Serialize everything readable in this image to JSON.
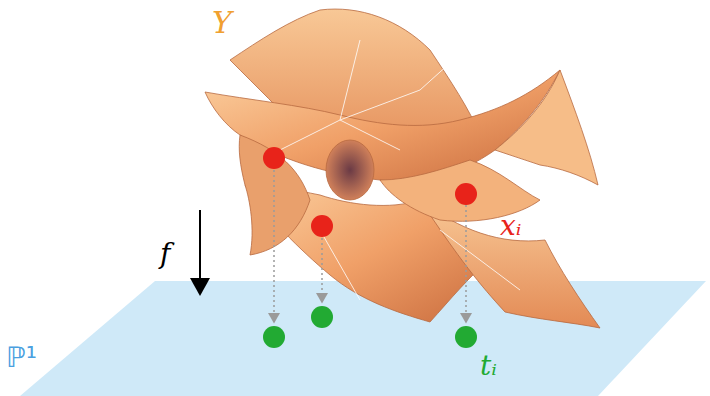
{
  "diagram": {
    "labels": [
      "Y",
      "xᵢ",
      "f",
      "ℙ¹",
      "tᵢ"
    ]
  }
}
